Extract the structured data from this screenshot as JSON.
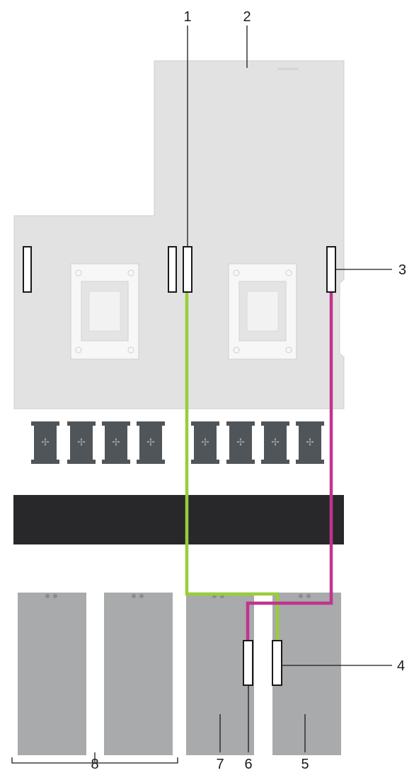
{
  "callouts": [
    {
      "id": "1",
      "label": "1"
    },
    {
      "id": "2",
      "label": "2"
    },
    {
      "id": "3",
      "label": "3"
    },
    {
      "id": "4",
      "label": "4"
    },
    {
      "id": "5",
      "label": "5"
    },
    {
      "id": "6",
      "label": "6"
    },
    {
      "id": "7",
      "label": "7"
    },
    {
      "id": "8",
      "label": "8"
    }
  ],
  "colors": {
    "board": "#e2e2e2",
    "board_outline": "#cfcfcf",
    "socket": "#f7f7f7",
    "socket_outline": "#d8d8d8",
    "fan": "#505559",
    "fan_blade": "#9aa0a5",
    "bar": "#28282b",
    "psu": "#a8aaab",
    "cable_green": "#9acd3a",
    "cable_magenta": "#c2338e",
    "connector_fill": "#ffffff",
    "connector_stroke": "#1a1a1a",
    "leader": "#1a1a1a"
  }
}
